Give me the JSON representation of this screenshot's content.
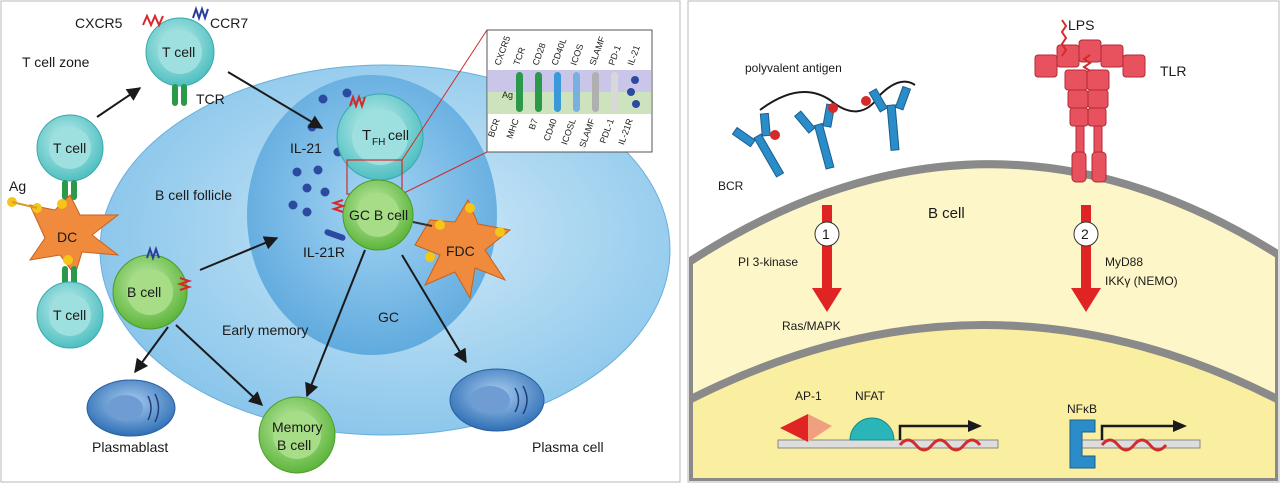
{
  "left": {
    "t_cell_zone": "T cell zone",
    "b_cell_follicle": "B cell follicle",
    "gc": "GC",
    "early_memory": "Early memory",
    "cxcr5": "CXCR5",
    "ccr7": "CCR7",
    "tcr": "TCR",
    "t_cell": "T cell",
    "ag": "Ag",
    "dc": "DC",
    "b_cell": "B cell",
    "il21": "IL-21",
    "il21r": "IL-21R",
    "tfh_t": "T",
    "tfh_sub": "FH",
    "tfh_cell": " cell",
    "gc_b_cell": "GC B cell",
    "fdc": "FDC",
    "plasmablast": "Plasmablast",
    "memory_line1": "Memory",
    "memory_line2": "B cell",
    "plasma_cell": "Plasma cell",
    "inset_top": [
      "CXCR5",
      "TCR",
      "CD28",
      "CD40L",
      "ICOS",
      "SLAMF",
      "PD-1",
      "IL-21"
    ],
    "inset_ag": "Ag",
    "inset_bottom": [
      "BCR",
      "MHC",
      "B7",
      "CD40",
      "ICOSL",
      "SLAMF",
      "PDL-1",
      "IL-21R"
    ]
  },
  "right": {
    "lps": "LPS",
    "tlr": "TLR",
    "polyvalent_antigen": "polyvalent antigen",
    "bcr": "BCR",
    "b_cell": "B cell",
    "step1": "1",
    "step2": "2",
    "pi3k": "PI 3-kinase",
    "ras_mapk": "Ras/MAPK",
    "myd88": "MyD88",
    "ikk": "IKKγ (NEMO)",
    "ap1": "AP-1",
    "nfat": "NFAT",
    "nfkb": "NFκB"
  },
  "colors": {
    "t_cell": "#5cc7c9",
    "b_cell": "#6cc24a",
    "dc": "#f08a3c",
    "follicle": "#8ec9ec",
    "gc": "#4a9fdc",
    "tlr": "#e8525e",
    "bcr": "#2a8cc8",
    "signal_arrow": "#e02424",
    "cytoplasm": "#fdf6c8",
    "nucleus": "#faeea0"
  }
}
